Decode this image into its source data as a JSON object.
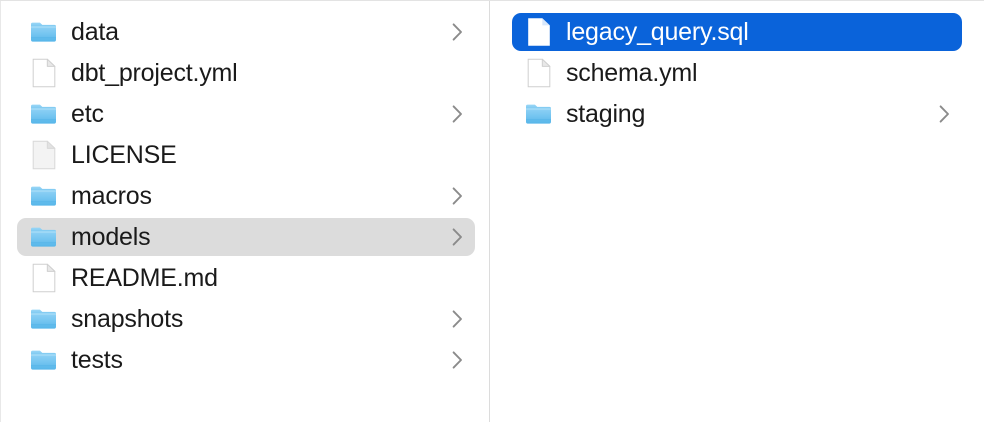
{
  "window": {
    "view_mode": "column",
    "colors": {
      "selection_blue": "#0a63da",
      "selection_grey": "#dcdcdc",
      "folder_blue": "#6fc3f2",
      "folder_blue_dark": "#3fa9e8",
      "text": "#1a1a1a",
      "text_selected": "#ffffff",
      "divider": "#dcdcdc",
      "background": "#ffffff"
    }
  },
  "columns": [
    {
      "name": "parent-column",
      "items": [
        {
          "label": "data",
          "kind": "folder",
          "icon": "folder-icon",
          "has_chevron": true,
          "selected": false,
          "selection_style": "none"
        },
        {
          "label": "dbt_project.yml",
          "kind": "file",
          "icon": "document-icon",
          "has_chevron": false,
          "selected": false,
          "selection_style": "none"
        },
        {
          "label": "etc",
          "kind": "folder",
          "icon": "folder-icon",
          "has_chevron": true,
          "selected": false,
          "selection_style": "none"
        },
        {
          "label": "LICENSE",
          "kind": "file",
          "icon": "document-plain-icon",
          "has_chevron": false,
          "selected": false,
          "selection_style": "none"
        },
        {
          "label": "macros",
          "kind": "folder",
          "icon": "folder-icon",
          "has_chevron": true,
          "selected": false,
          "selection_style": "none"
        },
        {
          "label": "models",
          "kind": "folder",
          "icon": "folder-icon",
          "has_chevron": true,
          "selected": true,
          "selection_style": "grey"
        },
        {
          "label": "README.md",
          "kind": "file",
          "icon": "document-icon",
          "has_chevron": false,
          "selected": false,
          "selection_style": "none"
        },
        {
          "label": "snapshots",
          "kind": "folder",
          "icon": "folder-icon",
          "has_chevron": true,
          "selected": false,
          "selection_style": "none"
        },
        {
          "label": "tests",
          "kind": "folder",
          "icon": "folder-icon",
          "has_chevron": true,
          "selected": false,
          "selection_style": "none"
        }
      ]
    },
    {
      "name": "models-column",
      "items": [
        {
          "label": "legacy_query.sql",
          "kind": "file",
          "icon": "document-icon",
          "has_chevron": false,
          "selected": true,
          "selection_style": "blue"
        },
        {
          "label": "schema.yml",
          "kind": "file",
          "icon": "document-icon",
          "has_chevron": false,
          "selected": false,
          "selection_style": "none"
        },
        {
          "label": "staging",
          "kind": "folder",
          "icon": "folder-icon",
          "has_chevron": true,
          "selected": false,
          "selection_style": "none"
        }
      ]
    }
  ]
}
